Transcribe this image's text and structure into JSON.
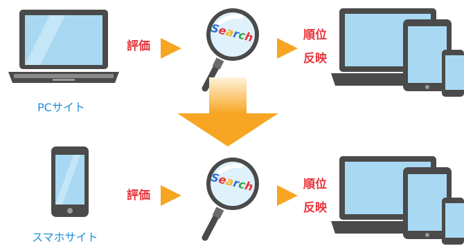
{
  "top_row": {
    "source_label": "PCサイト",
    "evaluate_label": "評価",
    "result_line1": "順位",
    "result_line2": "反映"
  },
  "bottom_row": {
    "source_label": "スマホサイト",
    "evaluate_label": "評価",
    "result_line1": "順位",
    "result_line2": "反映"
  },
  "magnifier_text": "Search",
  "colors": {
    "label_red": "#e8343a",
    "label_blue": "#1f8fd8",
    "arrow_orange": "#f6a623",
    "device_dark": "#4a4a4a",
    "screen_blue": "#a9d8f2"
  },
  "icons": [
    "laptop-icon",
    "smartphone-icon",
    "magnifier-search-icon",
    "devices-group-icon",
    "arrow-right-icon",
    "arrow-down-icon"
  ]
}
